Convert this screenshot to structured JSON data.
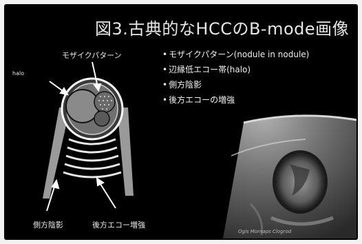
{
  "slide": {
    "title": "図3.古典的なHCCのB-mode画像",
    "bullets": [
      "モザイクパターン(nodule in nodule)",
      "辺縁低エコー帯(halo)",
      "側方陰影",
      "後方エコーの増強"
    ],
    "diagram_labels": {
      "mosaic_pattern": "モザイクパターン",
      "halo": "halo",
      "lateral_shadow": "側方陰影",
      "posterior_echo": "後方エコー増強"
    },
    "image_caption": "Ogis Mornaps Clogrod"
  }
}
